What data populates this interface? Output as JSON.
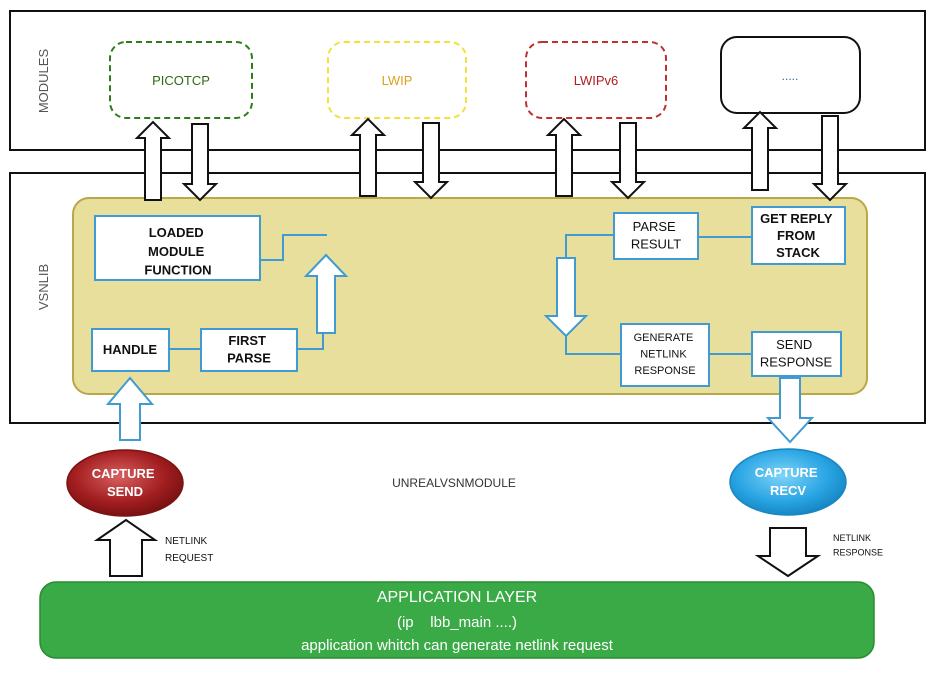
{
  "sections": {
    "modules_label": "MODULES",
    "vsnlib_label": "VSNLIB",
    "center_label": "UNREALVSNMODULE"
  },
  "modules": [
    {
      "label": "PICOTCP",
      "border": "#2e7d1a",
      "text_color": "#2e6b12"
    },
    {
      "label": "LWIP",
      "border": "#f2e23a",
      "text_color": "#d9a21c"
    },
    {
      "label": "LWIPv6",
      "border": "#c0302c",
      "text_color": "#b01e1e"
    },
    {
      "label": ".....",
      "border": "#111111",
      "text_color": "#1f6fb5"
    }
  ],
  "boxes": {
    "loaded": [
      "LOADED",
      "MODULE",
      "FUNCTION"
    ],
    "handle": [
      "HANDLE"
    ],
    "first_parse": [
      "FIRST",
      "PARSE"
    ],
    "parse_result": [
      "PARSE",
      "RESULT"
    ],
    "get_reply": [
      "GET REPLY",
      "FROM",
      "STACK"
    ],
    "generate": [
      "GENERATE",
      "NETLINK",
      "RESPONSE"
    ],
    "send_response": [
      "SEND",
      "RESPONSE"
    ]
  },
  "capture_send": [
    "CAPTURE",
    "SEND"
  ],
  "capture_recv": [
    "CAPTURE",
    "RECV"
  ],
  "netlink_request": [
    "NETLINK",
    "REQUEST"
  ],
  "netlink_response": [
    "NETLINK",
    "RESPONSE"
  ],
  "application": {
    "title": "APPLICATION LAYER",
    "line2": "(ip    lbb_main ....)",
    "line3": "application whitch can generate netlink request"
  },
  "colors": {
    "panel_fill": "#e8df9c",
    "panel_border": "#b8a84a",
    "flow_blue": "#3f9bd1",
    "app_green": "#3aaa46",
    "capture_send": "#a31e20",
    "capture_recv": "#2aa5e4"
  }
}
